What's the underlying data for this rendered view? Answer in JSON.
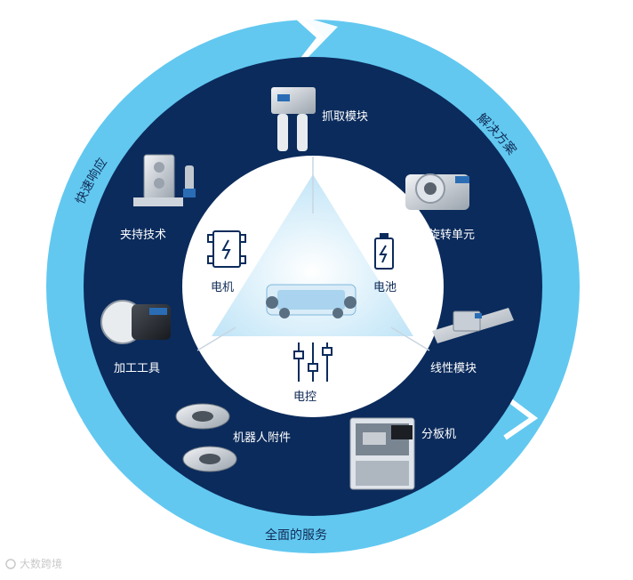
{
  "outer_ring": {
    "labels": [
      "快速响应",
      "解决方案",
      "全面的服务"
    ],
    "color": "#5bc6ef",
    "arrow_color": "#3fb2e2"
  },
  "inner_ring": {
    "color": "#0b2b5c",
    "items": [
      {
        "label": "抓取模块",
        "icon": "gripper-module-image"
      },
      {
        "label": "旋转单元",
        "icon": "rotary-unit-image"
      },
      {
        "label": "线性模块",
        "icon": "linear-module-image"
      },
      {
        "label": "分板机",
        "icon": "depaneling-machine-image"
      },
      {
        "label": "机器人附件",
        "icon": "robot-accessory-image"
      },
      {
        "label": "加工工具",
        "icon": "machining-tool-image"
      },
      {
        "label": "夹持技术",
        "icon": "clamping-tech-image"
      }
    ]
  },
  "core": {
    "items": [
      {
        "label": "电机",
        "icon": "motor-icon"
      },
      {
        "label": "电池",
        "icon": "battery-icon"
      },
      {
        "label": "电控",
        "icon": "controls-icon"
      }
    ],
    "center_image": "ev-chassis-image"
  },
  "watermark": {
    "text": "大数跨境"
  }
}
